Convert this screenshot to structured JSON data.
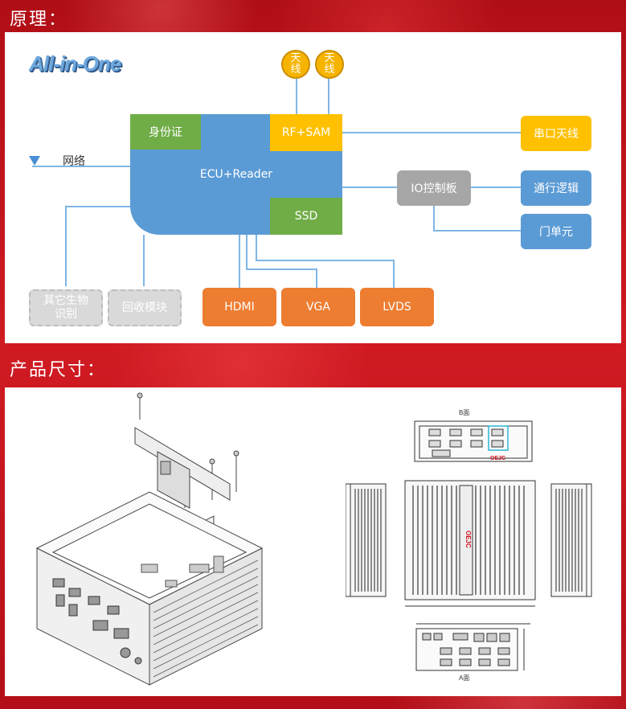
{
  "sections": {
    "principle_title": "原理：",
    "dimensions_title": "产品尺寸："
  },
  "diagram": {
    "logo": "All-in-One",
    "antennas": [
      "天\n线",
      "天\n线"
    ],
    "ecu_label": "ECU+Reader",
    "id_card": "身份证",
    "rf_sam": "RF+SAM",
    "ssd": "SSD",
    "network": "网络",
    "serial_antenna": "串口天线",
    "io_board": "IO控制板",
    "access_logic": "通行逻辑",
    "door_unit": "门单元",
    "outputs": [
      "HDMI",
      "VGA",
      "LVDS"
    ],
    "optional_bio": "其它生物\n识别",
    "optional_recycle": "回收模块"
  },
  "drawing": {
    "view_b": "B面",
    "view_a": "A面",
    "brand": "OEJC"
  },
  "colors": {
    "blue": "#5b9bd5",
    "green": "#70ad47",
    "yellow": "#ffc000",
    "orange": "#ed7d31",
    "gray": "#a6a6a6"
  }
}
